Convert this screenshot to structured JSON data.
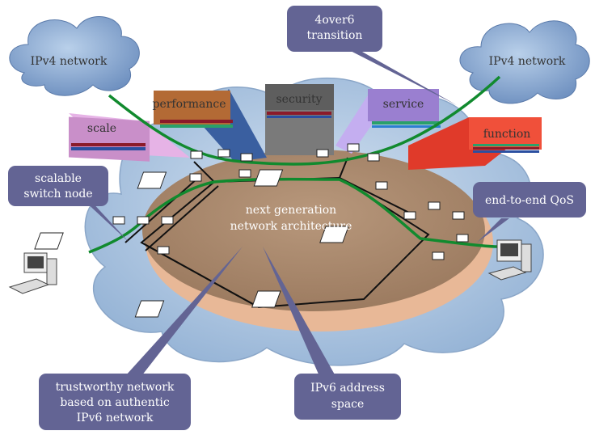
{
  "clouds": {
    "left": "IPv4 network",
    "right": "IPv4 network"
  },
  "center": {
    "line1": "next generation",
    "line2": "network architecture"
  },
  "blocks": {
    "scale": "scale",
    "performance": "performance",
    "security": "security",
    "service": "service",
    "function": "function"
  },
  "callouts": {
    "transition": {
      "line1": "4over6",
      "line2": "transition"
    },
    "switch_node": {
      "line1": "scalable",
      "line2": "switch node"
    },
    "qos": {
      "line1": "end-to-end QoS"
    },
    "trust": {
      "line1": "trustworthy network",
      "line2": "based on authentic",
      "line3": "IPv6 network"
    },
    "address": {
      "line1": "IPv6 address",
      "line2": "space"
    }
  },
  "colors": {
    "cloud_fill": "#a9c4e0",
    "cloud_stroke": "#7a96b8",
    "disk_fill": "#a9886c",
    "disk_rim": "#e8b897",
    "callout": "#636494",
    "green_link": "#118a2e",
    "scale": "#c98fc9",
    "performance": "#b36a35",
    "security": "#666666",
    "service": "#9a7fd0",
    "function": "#e03a2a"
  }
}
